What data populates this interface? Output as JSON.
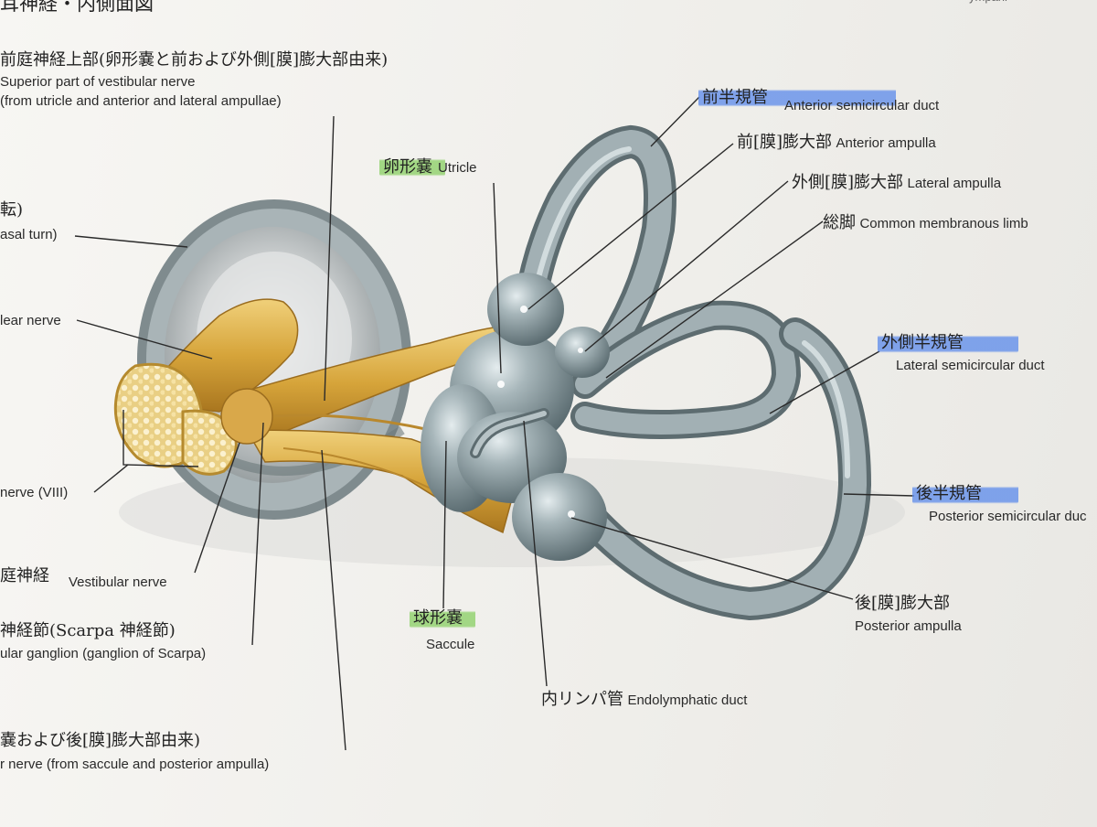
{
  "labels": {
    "top_title": "耳神経・内側面図",
    "top_right_fragment": "ympani",
    "superior_jp": "前庭神経上部(卵形嚢と前および外側[膜]膨大部由来)",
    "superior_en1": "Superior part of vestibular nerve",
    "superior_en2": "(from utricle and anterior and lateral ampullae)",
    "basal_jp": "転)",
    "basal_en": "asal turn)",
    "cochlear_en": "lear nerve",
    "viii_en": "nerve (VIII)",
    "vestibular_jp": "庭神経",
    "vestibular_en": "Vestibular nerve",
    "ganglion_jp": "神経節(Scarpa 神経節)",
    "ganglion_en": "ular ganglion (ganglion of Scarpa)",
    "inferior_jp": "嚢および後[膜]膨大部由来)",
    "inferior_en": "r nerve (from saccule and posterior ampulla)",
    "utricle_jp": "卵形嚢",
    "utricle_en": "Utricle",
    "saccule_jp": "球形嚢",
    "saccule_en": "Saccule",
    "endolymphatic_jp": "内リンパ管",
    "endolymphatic_en": "Endolymphatic duct",
    "anterior_duct_jp": "前半規管",
    "anterior_duct_en": "Anterior semicircular duct",
    "anterior_ampulla_jp": "前[膜]膨大部",
    "anterior_ampulla_en": "Anterior ampulla",
    "lateral_ampulla_jp": "外側[膜]膨大部",
    "lateral_ampulla_en": "Lateral ampulla",
    "common_limb_jp": "総脚",
    "common_limb_en": "Common membranous limb",
    "lateral_duct_jp": "外側半規管",
    "lateral_duct_en": "Lateral semicircular duct",
    "posterior_duct_jp": "後半規管",
    "posterior_duct_en": "Posterior semicircular duc",
    "posterior_ampulla_jp": "後[膜]膨大部",
    "posterior_ampulla_en": "Posterior ampulla"
  },
  "colors": {
    "highlight_blue": "#6a92ec",
    "highlight_green": "#86cf5e",
    "membrane_gray": "#8f9ea3",
    "nerve_yellow": "#d9a83c"
  }
}
